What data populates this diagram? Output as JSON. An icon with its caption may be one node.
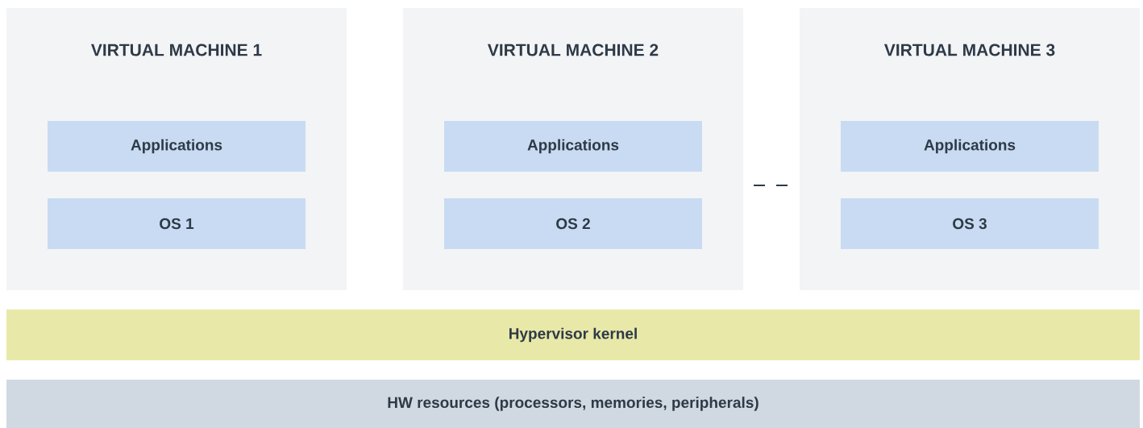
{
  "diagram": {
    "nodes": [
      {
        "text": [
          "VIRTUAL MACHINE 1"
        ]
      },
      {
        "text": [
          "Applications"
        ],
        "in": 0
      },
      {
        "text": [
          "OS 1"
        ],
        "in": 0
      },
      {
        "text": [
          "VIRTUAL MACHINE 2"
        ]
      },
      {
        "text": [
          "Applications"
        ],
        "in": 3
      },
      {
        "text": [
          "OS 2"
        ],
        "in": 3
      },
      {
        "text": [
          "VIRTUAL MACHINE 3"
        ]
      },
      {
        "text": [
          "Applications"
        ],
        "in": 6
      },
      {
        "text": [
          "OS 3"
        ],
        "in": 6
      },
      {
        "text": [
          "Hypervisor kernel"
        ]
      },
      {
        "text": [
          "HW resources (processors, memories, peripherals)"
        ]
      }
    ]
  }
}
